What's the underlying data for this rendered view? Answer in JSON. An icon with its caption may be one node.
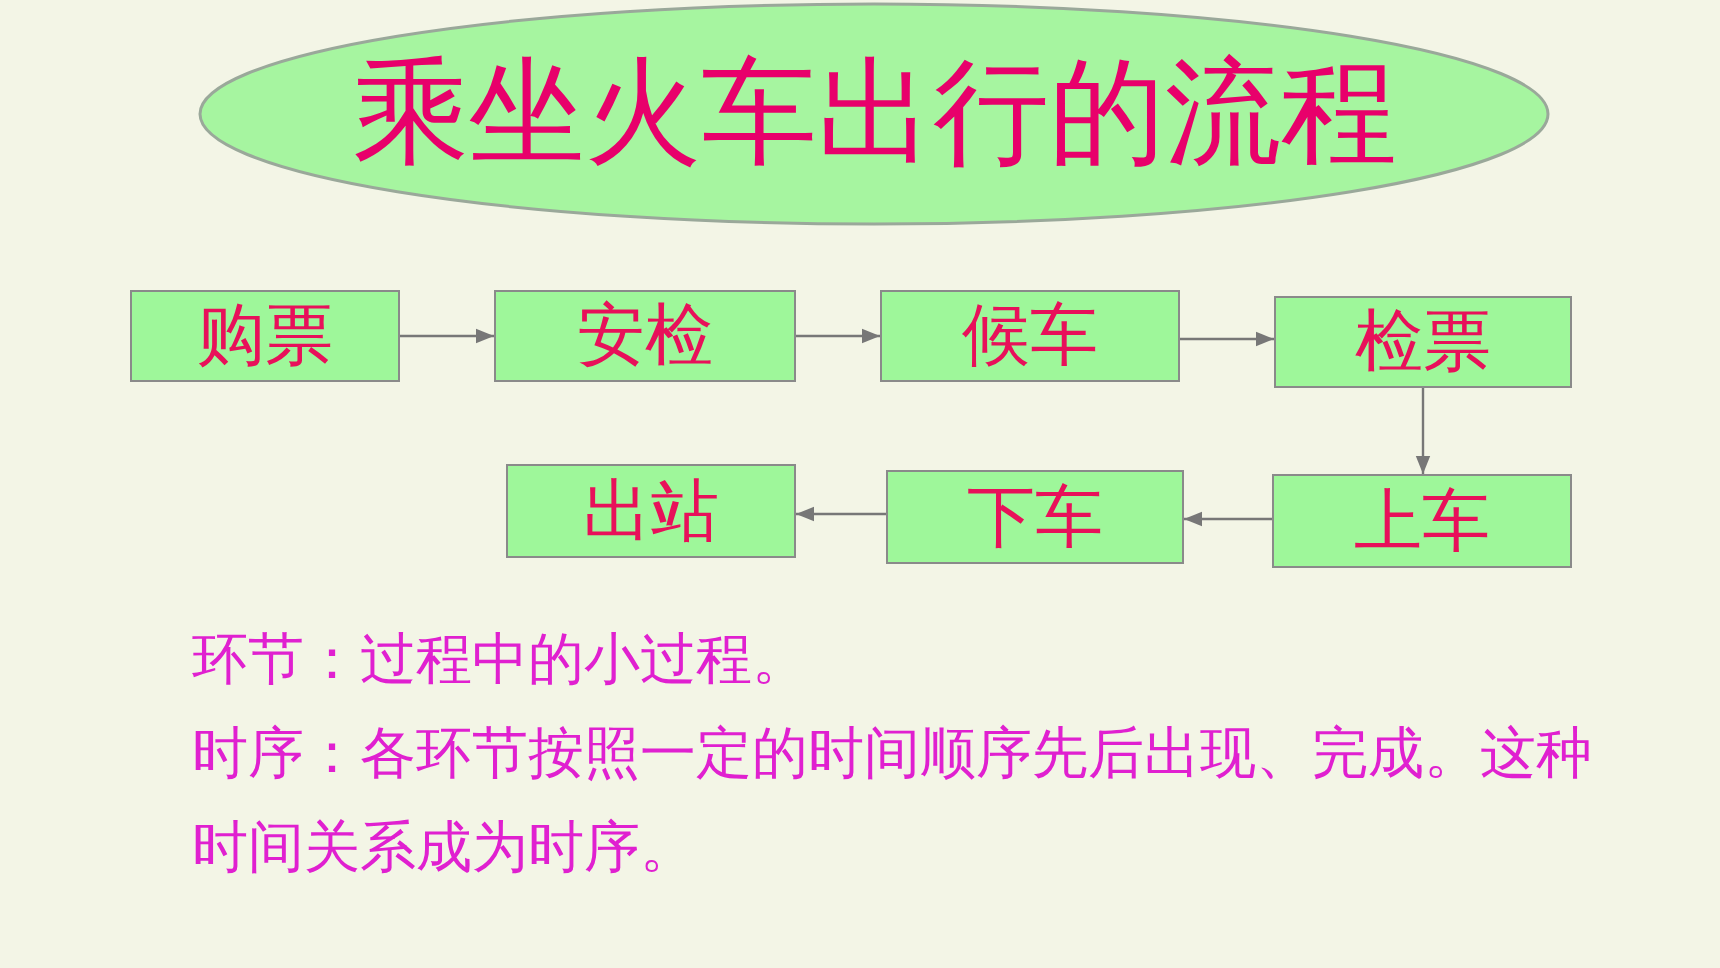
{
  "diagram": {
    "title": "乘坐火车出行的流程",
    "nodes": [
      {
        "text": [
          "购票"
        ]
      },
      {
        "text": [
          "安检"
        ]
      },
      {
        "text": [
          "候车"
        ]
      },
      {
        "text": [
          "检票"
        ]
      },
      {
        "text": [
          "上车"
        ]
      },
      {
        "text": [
          "下车"
        ]
      },
      {
        "text": [
          "出站"
        ]
      }
    ],
    "edges": [
      {
        "from": 0,
        "to": 1,
        "arrow": "to"
      },
      {
        "from": 1,
        "to": 2,
        "arrow": "to"
      },
      {
        "from": 2,
        "to": 3,
        "arrow": "to"
      },
      {
        "from": 3,
        "to": 4,
        "arrow": "to"
      },
      {
        "from": 4,
        "to": 5,
        "arrow": "to"
      },
      {
        "from": 5,
        "to": 6,
        "arrow": "to"
      }
    ],
    "labels": [
      "环节：过程中的小过程。",
      "时序：各环节按照一定的时间顺序先后出现、完成。这种时间关系成为时序。"
    ]
  }
}
